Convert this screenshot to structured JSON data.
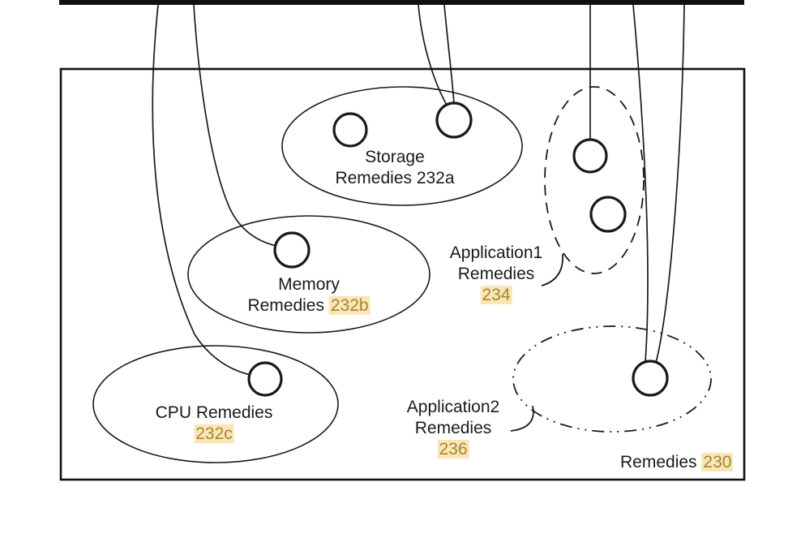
{
  "figure_kind": "patent-style remedies diagram",
  "colors": {
    "line": "#1a1a1a",
    "highlight_bg": "#f9e6b8",
    "highlight_text": "#a6862c"
  },
  "labels": {
    "storage": {
      "line1": "Storage",
      "line2": "Remedies 232a"
    },
    "memory": {
      "line1": "Memory",
      "line2_prefix": "Remedies",
      "ref": "232b"
    },
    "cpu": {
      "line1": "CPU Remedies",
      "ref": "232c"
    },
    "app1": {
      "line1": "Application1",
      "line2": "Remedies",
      "ref": "234"
    },
    "app2": {
      "line1": "Application2",
      "line2": "Remedies",
      "ref": "236"
    },
    "container": {
      "prefix": "Remedies",
      "ref": "230"
    }
  }
}
